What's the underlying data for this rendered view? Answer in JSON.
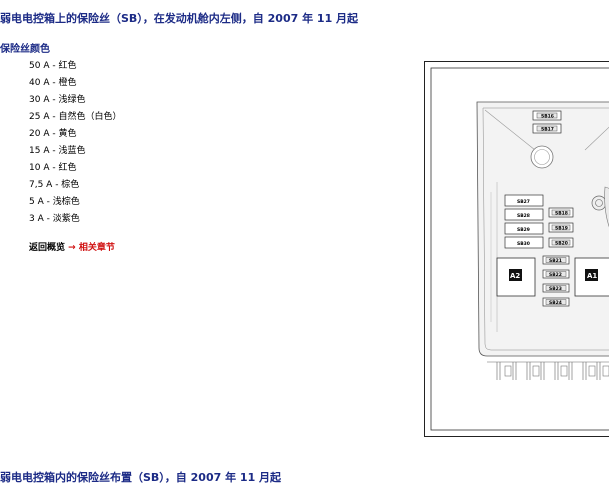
{
  "page": {
    "title": "弱电电控箱上的保险丝（SB），在发动机舱内左侧，自 2007 年 11 月起",
    "subtitle": "保险丝颜色",
    "bottom_title": "弱电电控箱内的保险丝布置（SB），自 2007 年 11 月起"
  },
  "fuse_colors": [
    "50 A - 红色",
    "40 A - 橙色",
    "30 A - 浅绿色",
    "25 A - 自然色（白色）",
    "20 A - 黄色",
    "15 A - 浅蓝色",
    "10 A - 红色",
    "7,5 A - 棕色",
    "5 A - 浅棕色",
    "3 A - 淡紫色"
  ],
  "nav": {
    "back_overview": "返回概览",
    "arrow": "→",
    "related_chapter": "相关章节"
  },
  "diagram": {
    "fuses": [
      "SB16",
      "SB17",
      "SB27",
      "SB28",
      "SB29",
      "SB30",
      "SB18",
      "SB19",
      "SB20",
      "SB21",
      "SB22",
      "SB23",
      "SB24"
    ],
    "relays": [
      "A2",
      "A1"
    ]
  },
  "colors": {
    "heading": "#1c2b86",
    "link_red": "#d01010"
  }
}
